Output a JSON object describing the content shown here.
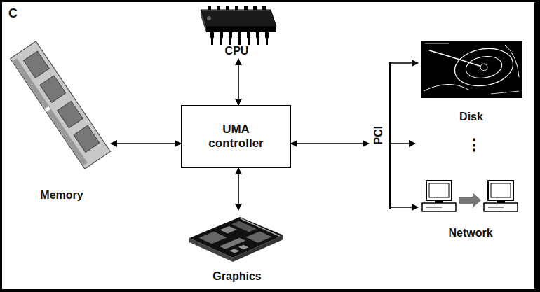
{
  "diagram": {
    "nodes": [
      {
        "text": [
          "CPU"
        ]
      },
      {
        "text": [
          "Disk"
        ]
      },
      {
        "text": [
          "Memory"
        ]
      },
      {
        "text": [
          "UMA controller"
        ]
      },
      {
        "text": [
          "PCI"
        ]
      },
      {
        "text": [
          "Network"
        ]
      },
      {
        "text": [
          "Graphics"
        ]
      }
    ],
    "edges": [
      {
        "from": 0,
        "to": 3,
        "arrow": "both"
      },
      {
        "from": 2,
        "to": 3,
        "arrow": "both"
      },
      {
        "from": 3,
        "to": 6,
        "arrow": "both"
      },
      {
        "from": 3,
        "to": 4,
        "arrow": "both"
      },
      {
        "from": 4,
        "to": 1,
        "arrow": "to"
      },
      {
        "from": 4,
        "to": 5,
        "arrow": "to"
      }
    ],
    "labels": [
      "C",
      "⋮"
    ]
  }
}
